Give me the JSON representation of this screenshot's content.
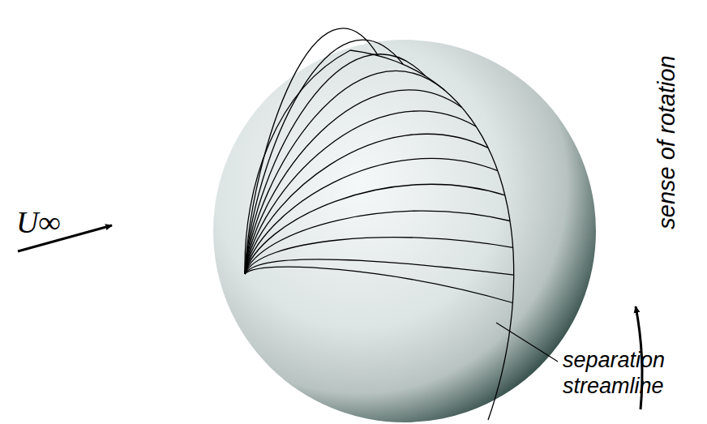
{
  "diagram": {
    "labels": [
      "U∞",
      "sense of rotation",
      "separation streamline"
    ]
  }
}
